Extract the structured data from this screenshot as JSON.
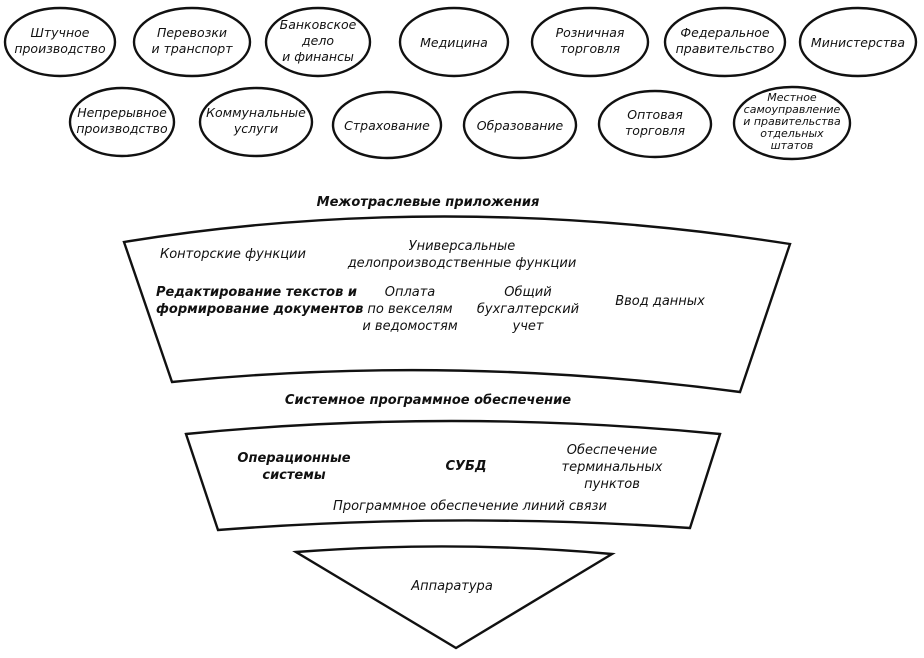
{
  "industries_row1": [
    {
      "lines": [
        "Штучное",
        "производство"
      ]
    },
    {
      "lines": [
        "Перевозки",
        "и транспорт"
      ]
    },
    {
      "lines": [
        "Банковское",
        "дело",
        "и финансы"
      ]
    },
    {
      "lines": [
        "Медицина"
      ]
    },
    {
      "lines": [
        "Розничная",
        "торговля"
      ]
    },
    {
      "lines": [
        "Федеральное",
        "правительство"
      ]
    },
    {
      "lines": [
        "Министерства"
      ]
    }
  ],
  "industries_row2": [
    {
      "lines": [
        "Непрерывное",
        "производство"
      ]
    },
    {
      "lines": [
        "Коммунальные",
        "услуги"
      ]
    },
    {
      "lines": [
        "Страхование"
      ]
    },
    {
      "lines": [
        "Образование"
      ]
    },
    {
      "lines": [
        "Оптовая",
        "торговля"
      ]
    },
    {
      "lines": [
        "Местное",
        "самоуправление",
        "и правительства",
        "отдельных",
        "штатов"
      ]
    }
  ],
  "cross_industry": {
    "title": "Межотраслевые приложения",
    "office_functions": "Конторские функции",
    "universal_functions": [
      "Универсальные",
      "делопроизводственные функции"
    ],
    "text_editing": [
      "Редактирование текстов и",
      "формирование документов"
    ],
    "billing": [
      "Оплата",
      "по векселям",
      "и ведомостям"
    ],
    "general_ledger": [
      "Общий",
      "бухгалтерский",
      "учет"
    ],
    "data_entry": "Ввод данных"
  },
  "system_software": {
    "title": "Системное программное обеспечение",
    "operating_systems": [
      "Операционные",
      "системы"
    ],
    "dbms": "СУБД",
    "terminal_support": [
      "Обеспечение",
      "терминальных",
      "пунктов"
    ],
    "comm_software": "Программное обеспечение линий связи"
  },
  "hardware": {
    "label": "Аппаратура"
  }
}
